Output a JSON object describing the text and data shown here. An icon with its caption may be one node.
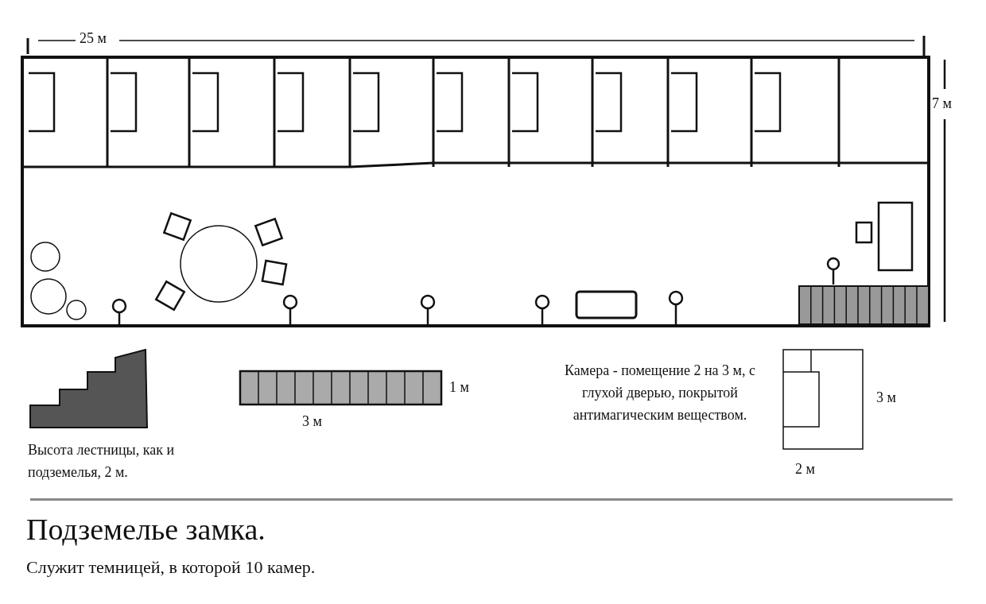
{
  "diagram": {
    "title": "Подземелье замка.",
    "caption": "Служит темницей, в которой 10 камер.",
    "labels": [
      "25 м",
      "7 м",
      "1 м",
      "3 м",
      "Камера - помещение 2 на 3 м, с глухой дверью, покрытой антимагическим веществом.",
      "3 м",
      "Высота лестницы, как и подземелья, 2 м.",
      "2 м"
    ]
  }
}
